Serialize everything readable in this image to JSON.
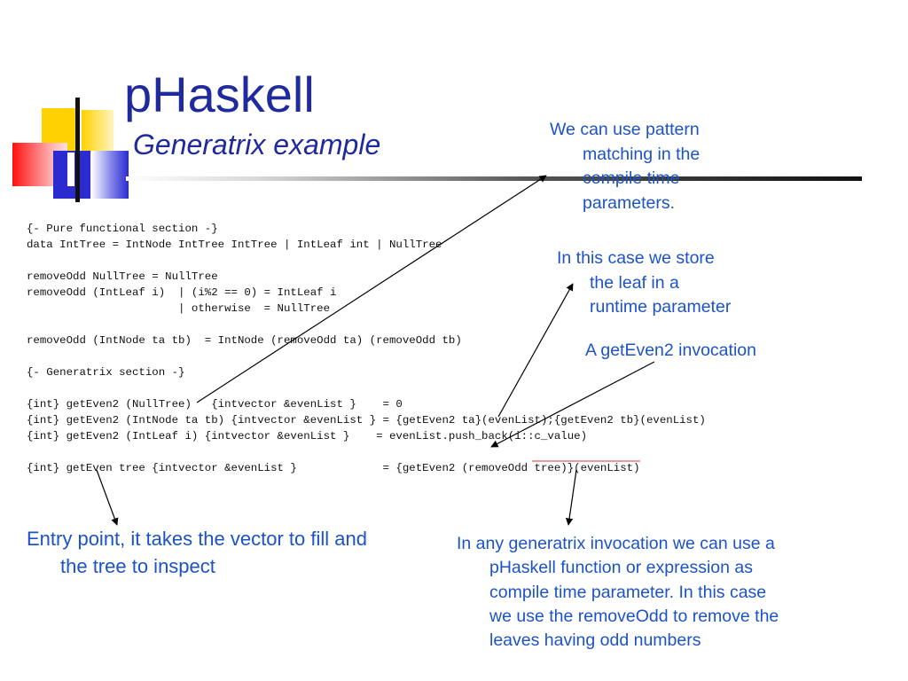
{
  "slide": {
    "title": "pHaskell",
    "subtitle": "Generatrix example",
    "colors": {
      "title": "#1f2a9c",
      "annotation": "#1c53c8",
      "code": "#111111",
      "arrow": "#000000",
      "highlight": "#e06060",
      "deco_yellow": "#ffd200",
      "deco_red": "#ff0000",
      "deco_blue": "#2b2bd0"
    }
  },
  "code": {
    "lines": [
      "{- Pure functional section -}",
      "data IntTree = IntNode IntTree IntTree | IntLeaf int | NullTree",
      "",
      "removeOdd NullTree = NullTree",
      "removeOdd (IntLeaf i)  | (i%2 == 0) = IntLeaf i",
      "                       | otherwise  = NullTree",
      "",
      "removeOdd (IntNode ta tb)  = IntNode (removeOdd ta) (removeOdd tb)",
      "",
      "{- Generatrix section -}",
      "",
      "{int} getEven2 (NullTree)   {intvector &evenList }    = 0",
      "{int} getEven2 (IntNode ta tb) {intvector &evenList } = {getEven2 ta}(evenList);{getEven2 tb}(evenList)",
      "{int} getEven2 (IntLeaf i) {intvector &evenList }    = evenList.push_back(i::c_value)",
      "",
      "{int} getEven tree {intvector &evenList }             = {getEven2 (removeOdd tree)}(evenList)"
    ]
  },
  "annotations": {
    "pattern_matching": {
      "lines": [
        "We can use pattern",
        "matching in the",
        "compile time",
        "parameters."
      ]
    },
    "leaf_runtime": {
      "lines": [
        "In this case we store",
        "the leaf in a",
        "runtime parameter"
      ]
    },
    "geteven2_invocation": {
      "lines": [
        "A getEven2 invocation"
      ]
    },
    "entry_point": {
      "lines": [
        "Entry point, it takes the vector to fill and",
        "the tree to inspect"
      ]
    },
    "generatrix_invocation": {
      "lines": [
        "In any generatrix invocation we can use a",
        "pHaskell function or expression as",
        "compile time parameter. In this case",
        "we use the removeOdd to remove the",
        "leaves having odd numbers"
      ]
    }
  }
}
